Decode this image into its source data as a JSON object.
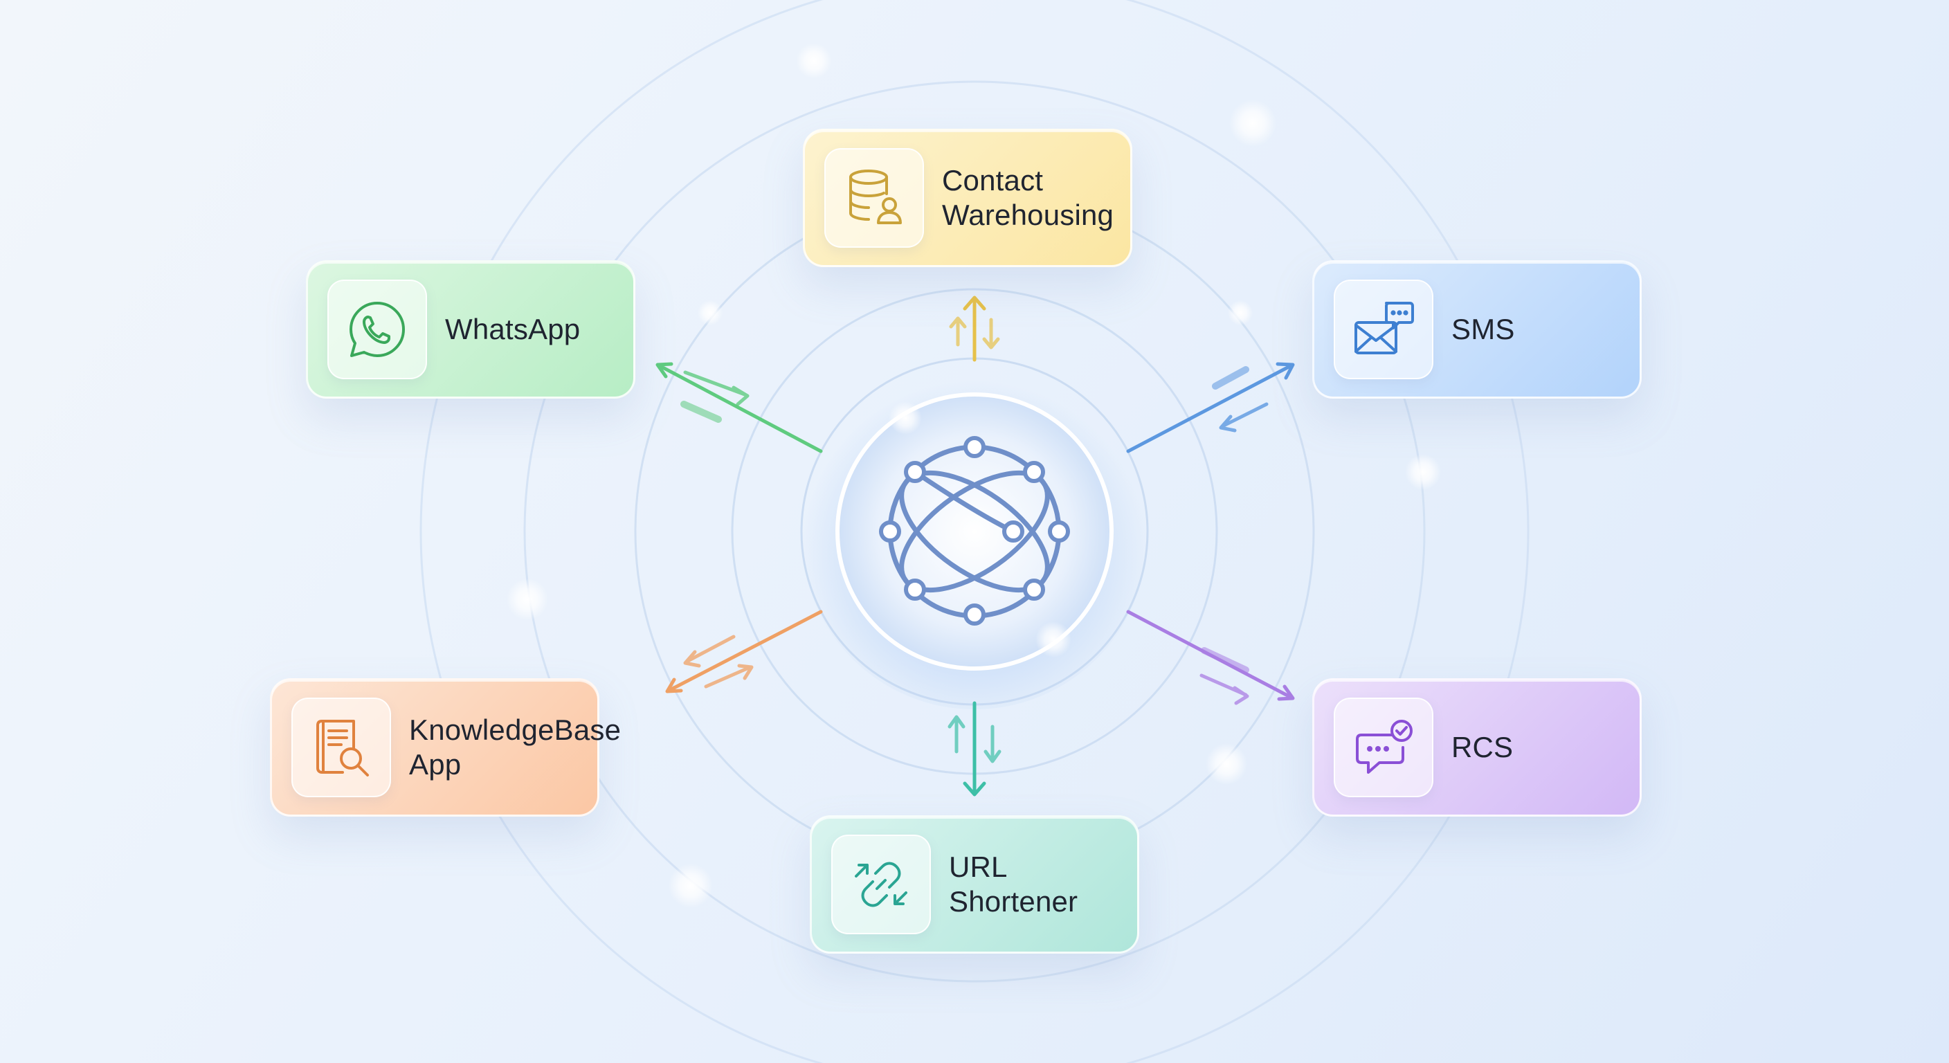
{
  "hub": {
    "icon": "network-globe-icon"
  },
  "nodes": [
    {
      "id": "contact",
      "label": "Contact\nWarehousing",
      "icon": "database-user-icon",
      "color": "#c9a23a"
    },
    {
      "id": "whatsapp",
      "label": "WhatsApp",
      "icon": "whatsapp-icon",
      "color": "#3aa85a"
    },
    {
      "id": "sms",
      "label": "SMS",
      "icon": "envelope-chat-icon",
      "color": "#3d7fd1"
    },
    {
      "id": "kb",
      "label": "KnowledgeBase\nApp",
      "icon": "document-search-icon",
      "color": "#e0823e"
    },
    {
      "id": "rcs",
      "label": "RCS",
      "icon": "chat-check-icon",
      "color": "#8a4fd6"
    },
    {
      "id": "url",
      "label": "URL\nShortener",
      "icon": "link-arrows-icon",
      "color": "#2aa593"
    }
  ]
}
